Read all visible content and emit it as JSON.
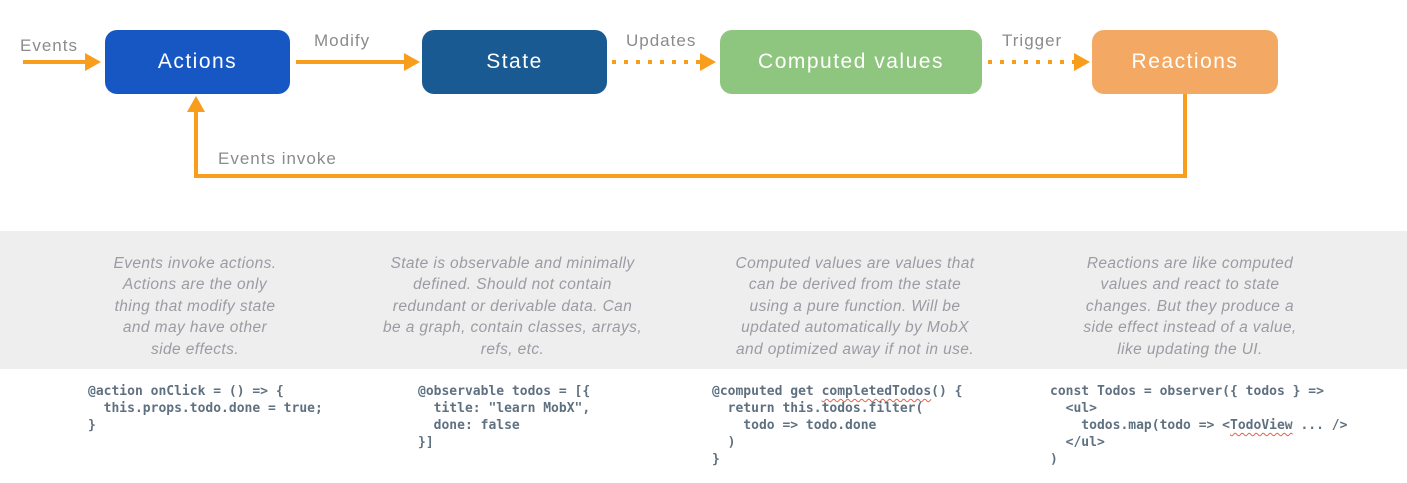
{
  "diagram": {
    "arrow_color": "#f89d1c",
    "nodes": {
      "actions": {
        "label": "Actions",
        "color": "#1757c3"
      },
      "state": {
        "label": "State",
        "color": "#195a92"
      },
      "computed": {
        "label": "Computed values",
        "color": "#8ec57f"
      },
      "reactions": {
        "label": "Reactions",
        "color": "#f3a963"
      }
    },
    "edge_labels": {
      "events": "Events",
      "modify": "Modify",
      "updates": "Updates",
      "trigger": "Trigger",
      "events_invoke": "Events invoke"
    }
  },
  "descriptions": {
    "actions": "Events invoke actions.\nActions are the only\nthing that modify state\nand may have other\nside effects.",
    "state": "State is observable and minimally\ndefined. Should not contain\nredundant or derivable data. Can\nbe a graph, contain classes, arrays,\nrefs, etc.",
    "computed": "Computed values are values that\ncan be derived from the state\nusing a pure function. Will be\nupdated automatically by MobX\nand optimized away if not in use.",
    "reactions": "Reactions are like computed\nvalues and react to state\nchanges. But they produce a\nside effect instead of a value,\nlike updating the UI."
  },
  "code": {
    "actions": {
      "text": "@action onClick = () => {\n  this.props.todo.done = true;\n}"
    },
    "state": {
      "text": "@observable todos = [{\n  title: \"learn MobX\",\n  done: false\n}]"
    },
    "computed": {
      "before": "@computed get ",
      "misspelled": "completedTodos",
      "after": "() {\n  return this.todos.filter(\n    todo => todo.done\n  )\n}"
    },
    "reactions": {
      "before": "const Todos = observer({ todos } =>\n  <ul>\n    todos.map(todo => <",
      "misspelled": "TodoView",
      "after": " ... />\n  </ul>\n)"
    }
  }
}
